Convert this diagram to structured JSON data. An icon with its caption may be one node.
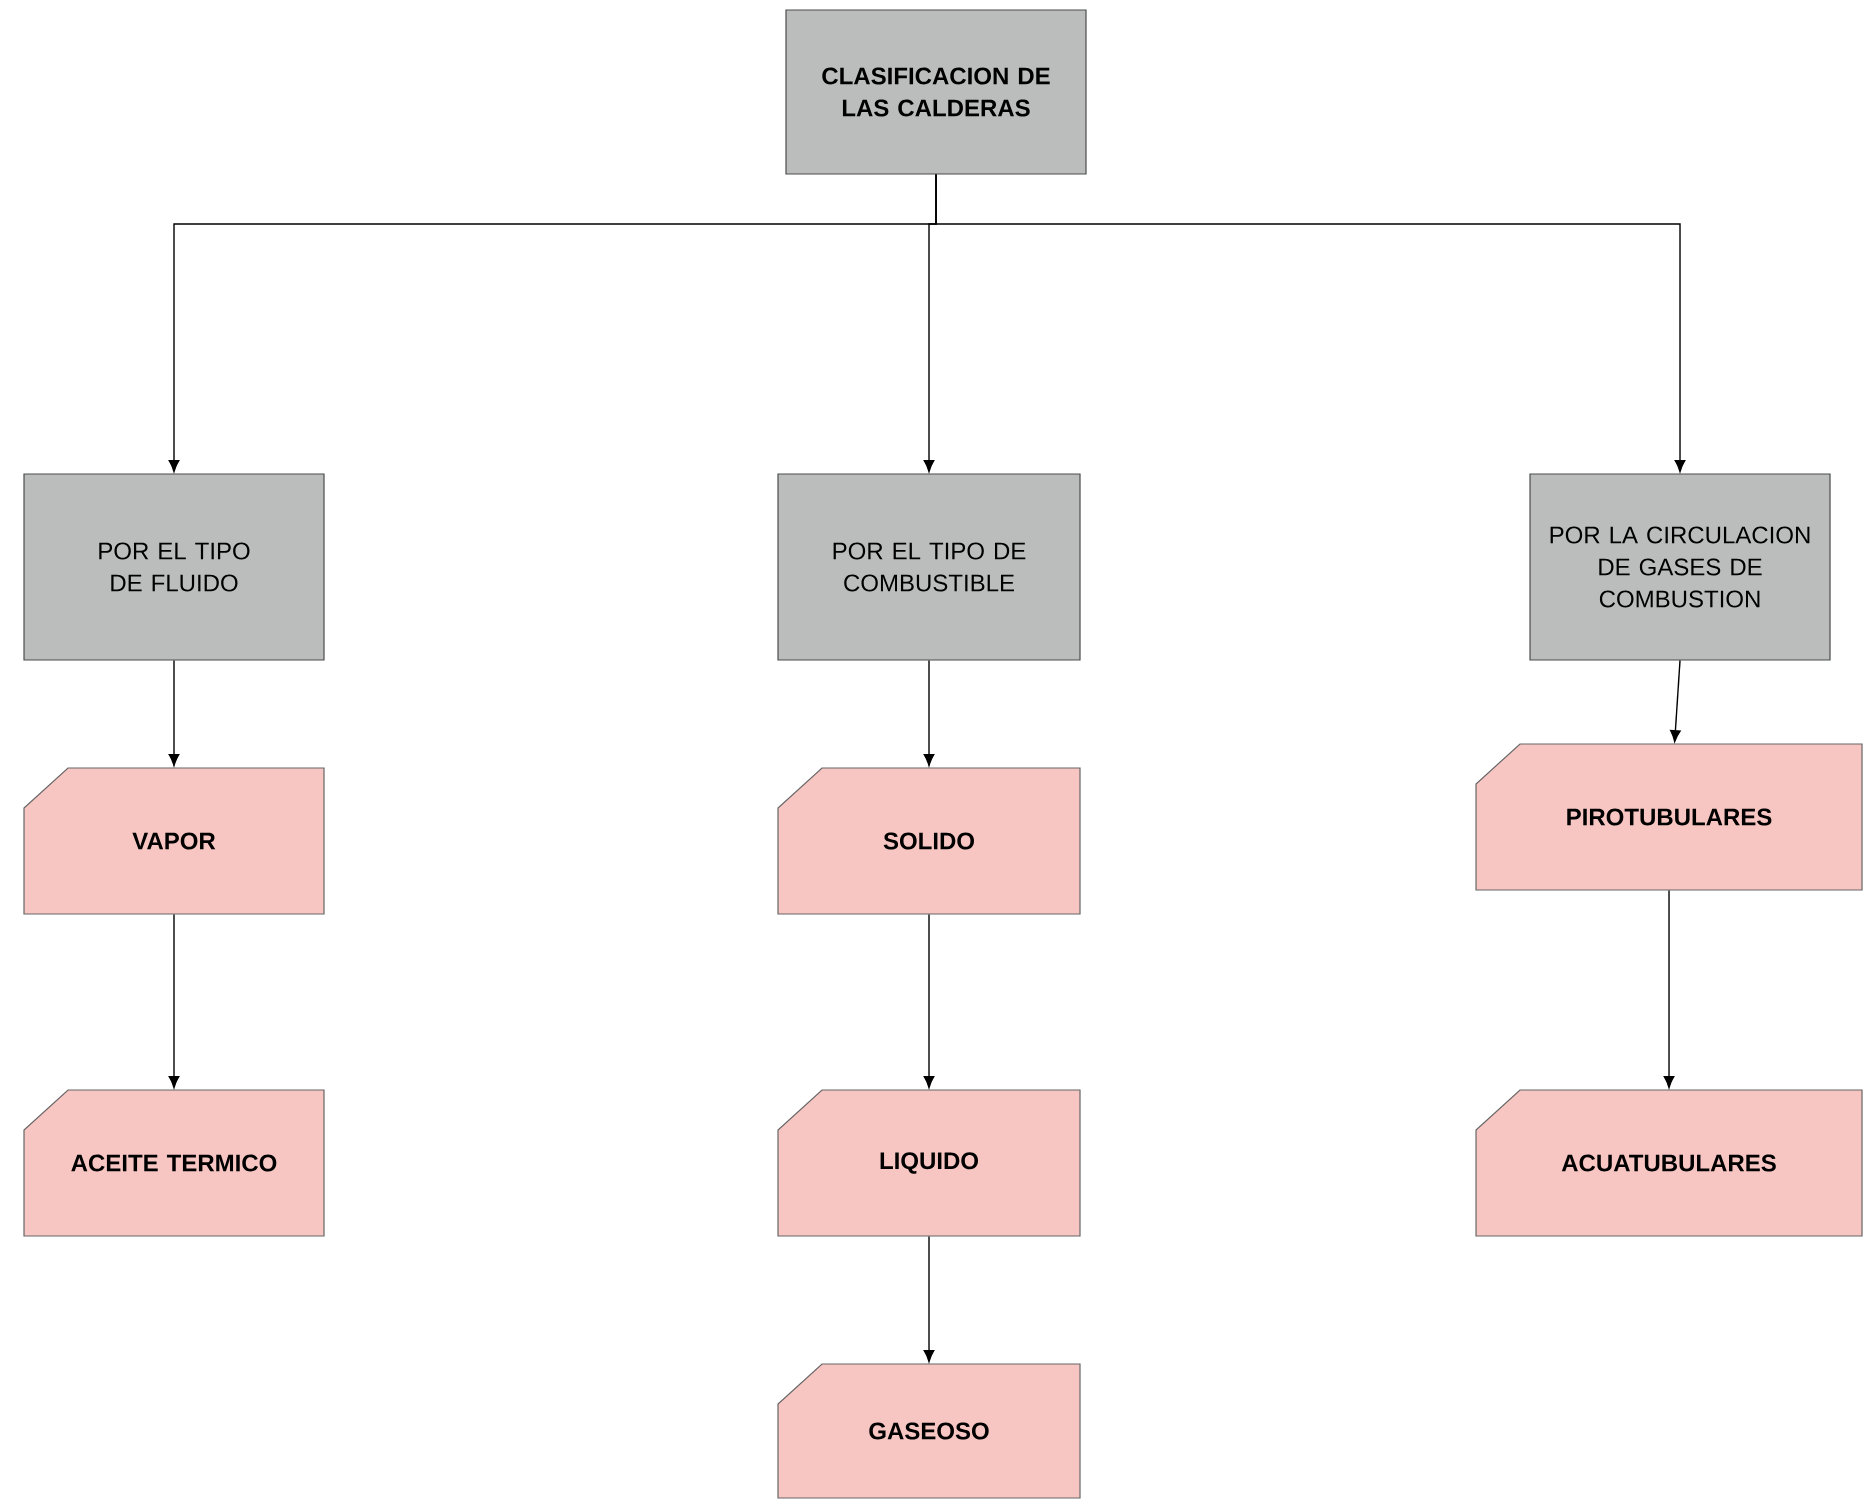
{
  "diagram": {
    "nodes": [
      {
        "text": [
          "CLASIFICACION DE LAS CALDERAS"
        ]
      },
      {
        "text": [
          "POR EL TIPO DE FLUIDO"
        ]
      },
      {
        "text": [
          "POR EL TIPO DE COMBUSTIBLE"
        ]
      },
      {
        "text": [
          "POR LA CIRCULACION DE GASES DE COMBUSTION"
        ]
      },
      {
        "text": [
          "VAPOR"
        ]
      },
      {
        "text": [
          "ACEITE TERMICO"
        ]
      },
      {
        "text": [
          "SOLIDO"
        ]
      },
      {
        "text": [
          "LIQUIDO"
        ]
      },
      {
        "text": [
          "GASEOSO"
        ]
      },
      {
        "text": [
          "PIROTUBULARES"
        ]
      },
      {
        "text": [
          "ACUATUBULARES"
        ]
      }
    ],
    "edges": [
      {
        "from": 0,
        "to": 1,
        "arrow": "to"
      },
      {
        "from": 0,
        "to": 2,
        "arrow": "to"
      },
      {
        "from": 0,
        "to": 3,
        "arrow": "to"
      },
      {
        "from": 1,
        "to": 4,
        "arrow": "to"
      },
      {
        "from": 4,
        "to": 5,
        "arrow": "to"
      },
      {
        "from": 2,
        "to": 6,
        "arrow": "to"
      },
      {
        "from": 6,
        "to": 7,
        "arrow": "to"
      },
      {
        "from": 7,
        "to": 8,
        "arrow": "to"
      },
      {
        "from": 3,
        "to": 9,
        "arrow": "to"
      },
      {
        "from": 9,
        "to": 10,
        "arrow": "to"
      }
    ]
  }
}
